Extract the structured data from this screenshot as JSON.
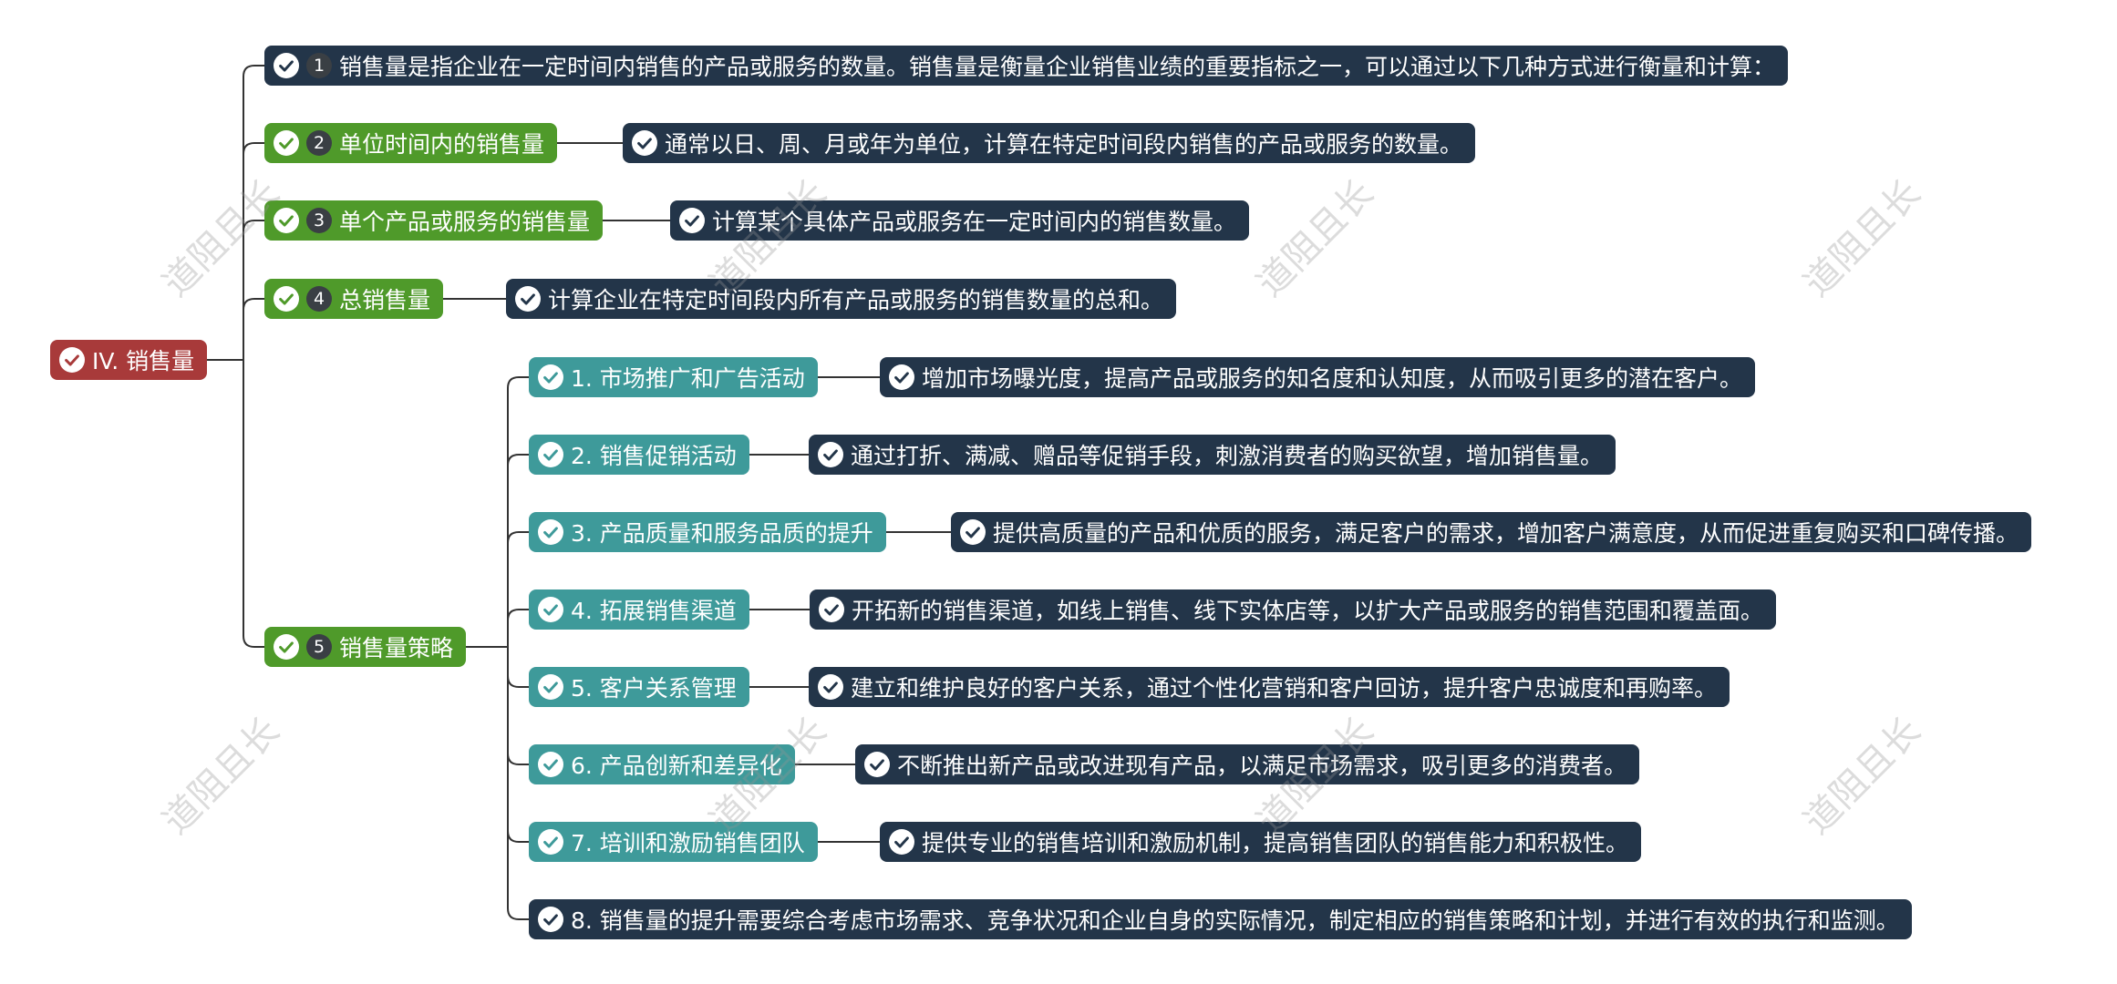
{
  "colors": {
    "root": "#a83a3a",
    "topic": "#4f9a2a",
    "strategy": "#3e9a9a",
    "note": "#233549",
    "line": "#333333",
    "badge": "#3a3f44"
  },
  "icons": {
    "check": "check-circle-icon"
  },
  "root": {
    "label": "IV. 销售量"
  },
  "branches": [
    {
      "number": "1",
      "label": "销售量是指企业在一定时间内销售的产品或服务的数量。销售量是衡量企业销售业绩的重要指标之一，可以通过以下几种方式进行衡量和计算："
    },
    {
      "number": "2",
      "label": "单位时间内的销售量",
      "note": "通常以日、周、月或年为单位，计算在特定时间段内销售的产品或服务的数量。"
    },
    {
      "number": "3",
      "label": "单个产品或服务的销售量",
      "note": "计算某个具体产品或服务在一定时间内的销售数量。"
    },
    {
      "number": "4",
      "label": "总销售量",
      "note": "计算企业在特定时间段内所有产品或服务的销售数量的总和。"
    },
    {
      "number": "5",
      "label": "销售量策略"
    }
  ],
  "strategies": [
    {
      "label": "1. 市场推广和广告活动",
      "note": "增加市场曝光度，提高产品或服务的知名度和认知度，从而吸引更多的潜在客户。"
    },
    {
      "label": "2. 销售促销活动",
      "note": "通过打折、满减、赠品等促销手段，刺激消费者的购买欲望，增加销售量。"
    },
    {
      "label": "3. 产品质量和服务品质的提升",
      "note": "提供高质量的产品和优质的服务，满足客户的需求，增加客户满意度，从而促进重复购买和口碑传播。"
    },
    {
      "label": "4. 拓展销售渠道",
      "note": "开拓新的销售渠道，如线上销售、线下实体店等，以扩大产品或服务的销售范围和覆盖面。"
    },
    {
      "label": "5. 客户关系管理",
      "note": "建立和维护良好的客户关系，通过个性化营销和客户回访，提升客户忠诚度和再购率。"
    },
    {
      "label": "6. 产品创新和差异化",
      "note": "不断推出新产品或改进现有产品，以满足市场需求，吸引更多的消费者。"
    },
    {
      "label": "7. 培训和激励销售团队",
      "note": "提供专业的销售培训和激励机制，提高销售团队的销售能力和积极性。"
    },
    {
      "label": "8. 销售量的提升需要综合考虑市场需求、竞争状况和企业自身的实际情况，制定相应的销售策略和计划，并进行有效的执行和监测。"
    }
  ],
  "watermark": "道阻且长"
}
